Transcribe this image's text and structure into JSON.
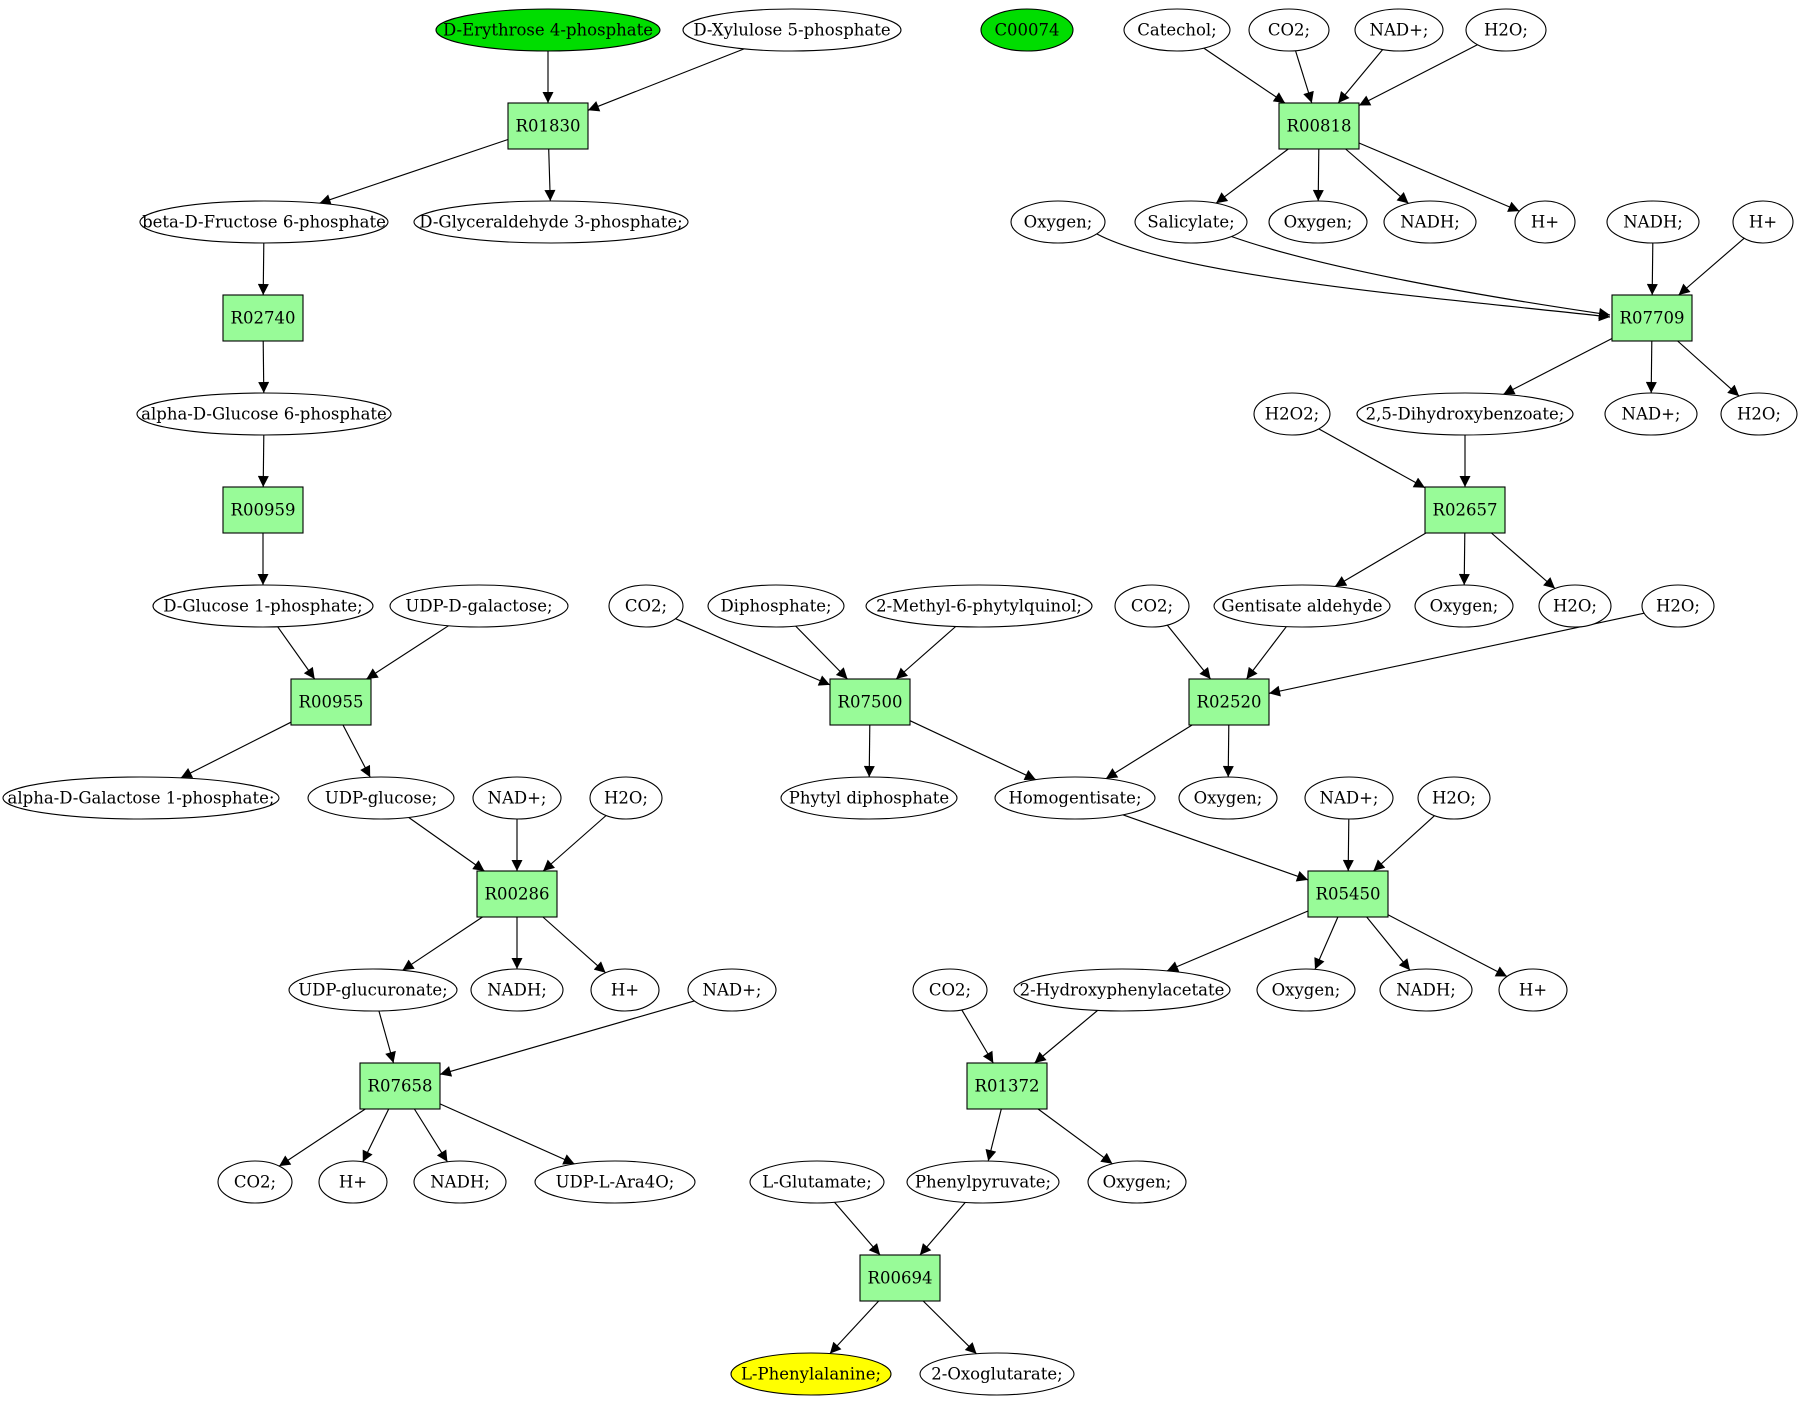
{
  "colors": {
    "reaction_fill": "#98fb98",
    "start_compound_fill": "#00dd00",
    "target_compound_fill": "#ffff00",
    "compound_fill": "#ffffff",
    "stroke": "#000000"
  },
  "nodes": [
    {
      "id": "c_erythrose",
      "type": "compound",
      "label": "D-Erythrose 4-phosphate",
      "highlight": "start"
    },
    {
      "id": "c_xylulose",
      "type": "compound",
      "label": "D-Xylulose 5-phosphate"
    },
    {
      "id": "c_c00074",
      "type": "compound",
      "label": "C00074",
      "highlight": "start"
    },
    {
      "id": "c_catechol",
      "type": "compound",
      "label": "Catechol;"
    },
    {
      "id": "c_co2_a",
      "type": "compound",
      "label": "CO2;"
    },
    {
      "id": "c_nadp_a",
      "type": "compound",
      "label": "NAD+;"
    },
    {
      "id": "c_h2o_a",
      "type": "compound",
      "label": "H2O;"
    },
    {
      "id": "r_R01830",
      "type": "reaction",
      "label": "R01830"
    },
    {
      "id": "r_R00818",
      "type": "reaction",
      "label": "R00818"
    },
    {
      "id": "c_bfructose",
      "type": "compound",
      "label": "beta-D-Fructose 6-phosphate"
    },
    {
      "id": "c_glyceraldehyde",
      "type": "compound",
      "label": "D-Glyceraldehyde 3-phosphate;"
    },
    {
      "id": "c_oxygen_a",
      "type": "compound",
      "label": "Oxygen;"
    },
    {
      "id": "c_salicylate",
      "type": "compound",
      "label": "Salicylate;"
    },
    {
      "id": "c_oxygen_b",
      "type": "compound",
      "label": "Oxygen;"
    },
    {
      "id": "c_nadh_a",
      "type": "compound",
      "label": "NADH;"
    },
    {
      "id": "c_hplus_a",
      "type": "compound",
      "label": "H+"
    },
    {
      "id": "c_nadh_b",
      "type": "compound",
      "label": "NADH;"
    },
    {
      "id": "c_hplus_b",
      "type": "compound",
      "label": "H+"
    },
    {
      "id": "r_R02740",
      "type": "reaction",
      "label": "R02740"
    },
    {
      "id": "r_R07709",
      "type": "reaction",
      "label": "R07709"
    },
    {
      "id": "c_aglucose6p",
      "type": "compound",
      "label": "alpha-D-Glucose 6-phosphate"
    },
    {
      "id": "c_h2o2",
      "type": "compound",
      "label": "H2O2;"
    },
    {
      "id": "c_dhb",
      "type": "compound",
      "label": "2,5-Dihydroxybenzoate;"
    },
    {
      "id": "c_nadp_b",
      "type": "compound",
      "label": "NAD+;"
    },
    {
      "id": "c_h2o_b",
      "type": "compound",
      "label": "H2O;"
    },
    {
      "id": "r_R00959",
      "type": "reaction",
      "label": "R00959"
    },
    {
      "id": "r_R02657",
      "type": "reaction",
      "label": "R02657"
    },
    {
      "id": "c_glucose1p",
      "type": "compound",
      "label": "D-Glucose 1-phosphate;"
    },
    {
      "id": "c_udpgal",
      "type": "compound",
      "label": "UDP-D-galactose;"
    },
    {
      "id": "c_co2_b",
      "type": "compound",
      "label": "CO2;"
    },
    {
      "id": "c_diphosphate",
      "type": "compound",
      "label": "Diphosphate;"
    },
    {
      "id": "c_methylphytyl",
      "type": "compound",
      "label": "2-Methyl-6-phytylquinol;"
    },
    {
      "id": "c_co2_c",
      "type": "compound",
      "label": "CO2;"
    },
    {
      "id": "c_gentisald",
      "type": "compound",
      "label": "Gentisate aldehyde"
    },
    {
      "id": "c_oxygen_c",
      "type": "compound",
      "label": "Oxygen;"
    },
    {
      "id": "c_h2o_c",
      "type": "compound",
      "label": "H2O;"
    },
    {
      "id": "c_h2o_d",
      "type": "compound",
      "label": "H2O;"
    },
    {
      "id": "r_R00955",
      "type": "reaction",
      "label": "R00955"
    },
    {
      "id": "r_R07500",
      "type": "reaction",
      "label": "R07500"
    },
    {
      "id": "r_R02520",
      "type": "reaction",
      "label": "R02520"
    },
    {
      "id": "c_agal1p",
      "type": "compound",
      "label": "alpha-D-Galactose 1-phosphate;"
    },
    {
      "id": "c_udpglucose",
      "type": "compound",
      "label": "UDP-glucose;"
    },
    {
      "id": "c_nadp_c",
      "type": "compound",
      "label": "NAD+;"
    },
    {
      "id": "c_h2o_e",
      "type": "compound",
      "label": "H2O;"
    },
    {
      "id": "c_phytyldp",
      "type": "compound",
      "label": "Phytyl diphosphate"
    },
    {
      "id": "c_homogentisate",
      "type": "compound",
      "label": "Homogentisate;"
    },
    {
      "id": "c_oxygen_d",
      "type": "compound",
      "label": "Oxygen;"
    },
    {
      "id": "c_nadp_d",
      "type": "compound",
      "label": "NAD+;"
    },
    {
      "id": "c_h2o_f",
      "type": "compound",
      "label": "H2O;"
    },
    {
      "id": "r_R00286",
      "type": "reaction",
      "label": "R00286"
    },
    {
      "id": "r_R05450",
      "type": "reaction",
      "label": "R05450"
    },
    {
      "id": "c_udpglucuronate",
      "type": "compound",
      "label": "UDP-glucuronate;"
    },
    {
      "id": "c_nadh_c",
      "type": "compound",
      "label": "NADH;"
    },
    {
      "id": "c_hplus_c",
      "type": "compound",
      "label": "H+"
    },
    {
      "id": "c_nadp_e",
      "type": "compound",
      "label": "NAD+;"
    },
    {
      "id": "c_co2_d",
      "type": "compound",
      "label": "CO2;"
    },
    {
      "id": "c_hpa",
      "type": "compound",
      "label": "2-Hydroxyphenylacetate"
    },
    {
      "id": "c_oxygen_e",
      "type": "compound",
      "label": "Oxygen;"
    },
    {
      "id": "c_nadh_d",
      "type": "compound",
      "label": "NADH;"
    },
    {
      "id": "c_hplus_d",
      "type": "compound",
      "label": "H+"
    },
    {
      "id": "r_R07658",
      "type": "reaction",
      "label": "R07658"
    },
    {
      "id": "r_R01372",
      "type": "reaction",
      "label": "R01372"
    },
    {
      "id": "c_co2_e",
      "type": "compound",
      "label": "CO2;"
    },
    {
      "id": "c_hplus_e",
      "type": "compound",
      "label": "H+"
    },
    {
      "id": "c_nadh_e",
      "type": "compound",
      "label": "NADH;"
    },
    {
      "id": "c_udpara",
      "type": "compound",
      "label": "UDP-L-Ara4O;"
    },
    {
      "id": "c_glutamate",
      "type": "compound",
      "label": "L-Glutamate;"
    },
    {
      "id": "c_phenylpyruvate",
      "type": "compound",
      "label": "Phenylpyruvate;"
    },
    {
      "id": "c_oxygen_f",
      "type": "compound",
      "label": "Oxygen;"
    },
    {
      "id": "r_R00694",
      "type": "reaction",
      "label": "R00694"
    },
    {
      "id": "c_phenylalanine",
      "type": "compound",
      "label": "L-Phenylalanine;",
      "highlight": "target"
    },
    {
      "id": "c_oxoglutarate",
      "type": "compound",
      "label": "2-Oxoglutarate;"
    }
  ],
  "edges": [
    [
      "c_erythrose",
      "r_R01830"
    ],
    [
      "c_xylulose",
      "r_R01830"
    ],
    [
      "r_R01830",
      "c_bfructose"
    ],
    [
      "r_R01830",
      "c_glyceraldehyde"
    ],
    [
      "c_catechol",
      "r_R00818"
    ],
    [
      "c_co2_a",
      "r_R00818"
    ],
    [
      "c_nadp_a",
      "r_R00818"
    ],
    [
      "c_h2o_a",
      "r_R00818"
    ],
    [
      "r_R00818",
      "c_salicylate"
    ],
    [
      "r_R00818",
      "c_oxygen_b"
    ],
    [
      "r_R00818",
      "c_nadh_a"
    ],
    [
      "r_R00818",
      "c_hplus_a"
    ],
    [
      "c_bfructose",
      "r_R02740"
    ],
    [
      "r_R02740",
      "c_aglucose6p"
    ],
    [
      "c_oxygen_a",
      "r_R07709"
    ],
    [
      "c_salicylate",
      "r_R07709"
    ],
    [
      "c_nadh_b",
      "r_R07709"
    ],
    [
      "c_hplus_b",
      "r_R07709"
    ],
    [
      "r_R07709",
      "c_dhb"
    ],
    [
      "r_R07709",
      "c_nadp_b"
    ],
    [
      "r_R07709",
      "c_h2o_b"
    ],
    [
      "c_aglucose6p",
      "r_R00959"
    ],
    [
      "r_R00959",
      "c_glucose1p"
    ],
    [
      "c_h2o2",
      "r_R02657"
    ],
    [
      "c_dhb",
      "r_R02657"
    ],
    [
      "r_R02657",
      "c_gentisald"
    ],
    [
      "r_R02657",
      "c_oxygen_c"
    ],
    [
      "r_R02657",
      "c_h2o_c"
    ],
    [
      "c_glucose1p",
      "r_R00955"
    ],
    [
      "c_udpgal",
      "r_R00955"
    ],
    [
      "r_R00955",
      "c_agal1p"
    ],
    [
      "r_R00955",
      "c_udpglucose"
    ],
    [
      "c_co2_b",
      "r_R07500"
    ],
    [
      "c_diphosphate",
      "r_R07500"
    ],
    [
      "c_methylphytyl",
      "r_R07500"
    ],
    [
      "r_R07500",
      "c_phytyldp"
    ],
    [
      "r_R07500",
      "c_homogentisate"
    ],
    [
      "c_co2_c",
      "r_R02520"
    ],
    [
      "c_gentisald",
      "r_R02520"
    ],
    [
      "c_h2o_d",
      "r_R02520"
    ],
    [
      "r_R02520",
      "c_homogentisate"
    ],
    [
      "r_R02520",
      "c_oxygen_d"
    ],
    [
      "c_udpglucose",
      "r_R00286"
    ],
    [
      "c_nadp_c",
      "r_R00286"
    ],
    [
      "c_h2o_e",
      "r_R00286"
    ],
    [
      "r_R00286",
      "c_udpglucuronate"
    ],
    [
      "r_R00286",
      "c_nadh_c"
    ],
    [
      "r_R00286",
      "c_hplus_c"
    ],
    [
      "c_homogentisate",
      "r_R05450"
    ],
    [
      "c_nadp_d",
      "r_R05450"
    ],
    [
      "c_h2o_f",
      "r_R05450"
    ],
    [
      "r_R05450",
      "c_hpa"
    ],
    [
      "r_R05450",
      "c_oxygen_e"
    ],
    [
      "r_R05450",
      "c_nadh_d"
    ],
    [
      "r_R05450",
      "c_hplus_d"
    ],
    [
      "c_udpglucuronate",
      "r_R07658"
    ],
    [
      "c_nadp_e",
      "r_R07658"
    ],
    [
      "r_R07658",
      "c_co2_e"
    ],
    [
      "r_R07658",
      "c_hplus_e"
    ],
    [
      "r_R07658",
      "c_nadh_e"
    ],
    [
      "r_R07658",
      "c_udpara"
    ],
    [
      "c_co2_d",
      "r_R01372"
    ],
    [
      "c_hpa",
      "r_R01372"
    ],
    [
      "r_R01372",
      "c_phenylpyruvate"
    ],
    [
      "r_R01372",
      "c_oxygen_f"
    ],
    [
      "c_glutamate",
      "r_R00694"
    ],
    [
      "c_phenylpyruvate",
      "r_R00694"
    ],
    [
      "r_R00694",
      "c_phenylalanine"
    ],
    [
      "r_R00694",
      "c_oxoglutarate"
    ]
  ]
}
